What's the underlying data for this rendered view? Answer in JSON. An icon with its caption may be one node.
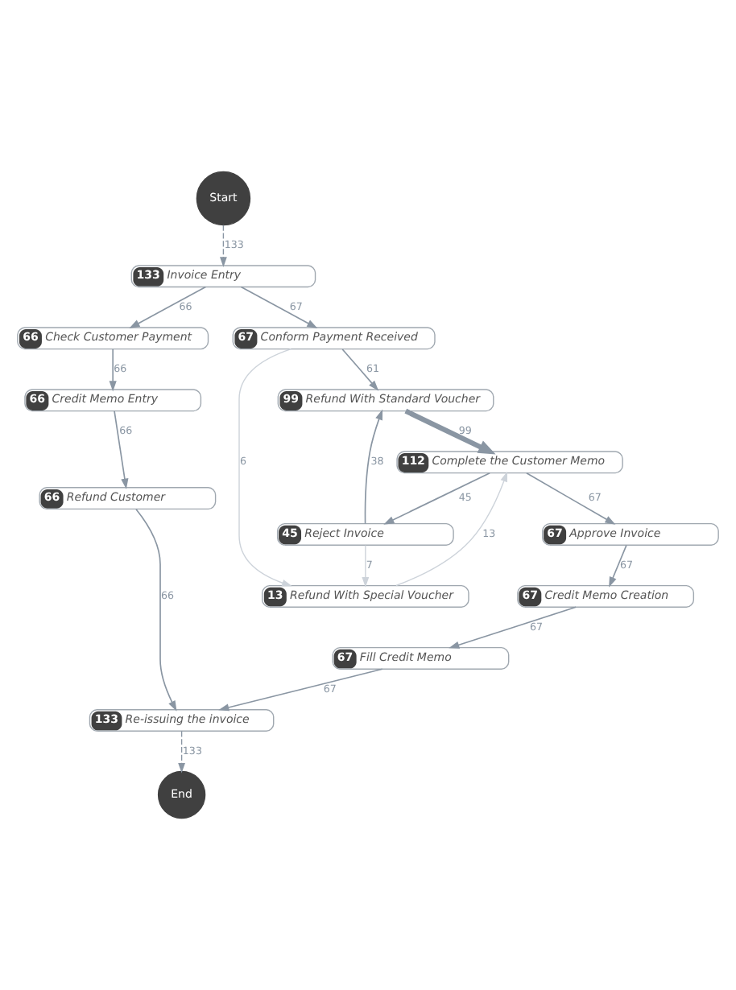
{
  "diagram": {
    "nodes": [
      {
        "text": [
          "Start"
        ]
      },
      {
        "text": [
          "133",
          "Invoice Entry"
        ]
      },
      {
        "text": [
          "67",
          "Conform Payment Received"
        ]
      },
      {
        "text": [
          "66",
          "Check Customer Payment"
        ]
      },
      {
        "text": [
          "99",
          "Refund With Standard Voucher"
        ]
      },
      {
        "text": [
          "66",
          "Credit Memo Entry"
        ]
      },
      {
        "text": [
          "112",
          "Complete the Customer Memo"
        ]
      },
      {
        "text": [
          "66",
          "Refund Customer"
        ]
      },
      {
        "text": [
          "67",
          "Approve Invoice"
        ]
      },
      {
        "text": [
          "45",
          "Reject Invoice"
        ]
      },
      {
        "text": [
          "67",
          "Credit Memo Creation"
        ]
      },
      {
        "text": [
          "13",
          "Refund With Special Voucher"
        ]
      },
      {
        "text": [
          "67",
          "Fill Credit Memo"
        ]
      },
      {
        "text": [
          "133",
          "Re-issuing the invoice"
        ]
      },
      {
        "text": [
          "End"
        ]
      }
    ],
    "edges": [
      {
        "from": 0,
        "to": 1,
        "arrow": "to",
        "label": "133",
        "style": "dashed"
      },
      {
        "from": 1,
        "to": 2,
        "arrow": "to",
        "label": "67"
      },
      {
        "from": 1,
        "to": 3,
        "arrow": "to",
        "label": "66"
      },
      {
        "from": 2,
        "to": 4,
        "arrow": "to",
        "label": "61"
      },
      {
        "from": 2,
        "to": 11,
        "arrow": "to",
        "label": "6",
        "color": "#cdd3da"
      },
      {
        "from": 3,
        "to": 5,
        "arrow": "to",
        "label": "66"
      },
      {
        "from": 4,
        "to": 6,
        "arrow": "to",
        "label": "99",
        "style": "thick"
      },
      {
        "from": 5,
        "to": 7,
        "arrow": "to",
        "label": "66"
      },
      {
        "from": 6,
        "to": 8,
        "arrow": "to",
        "label": "67"
      },
      {
        "from": 6,
        "to": 9,
        "arrow": "to",
        "label": "45"
      },
      {
        "from": 9,
        "to": 4,
        "arrow": "to",
        "label": "38"
      },
      {
        "from": 9,
        "to": 11,
        "arrow": "to",
        "label": "7",
        "color": "#cdd3da"
      },
      {
        "from": 11,
        "to": 6,
        "arrow": "to",
        "label": "13",
        "color": "#cdd3da"
      },
      {
        "from": 7,
        "to": 13,
        "arrow": "to",
        "label": "66"
      },
      {
        "from": 8,
        "to": 10,
        "arrow": "to",
        "label": "67"
      },
      {
        "from": 10,
        "to": 12,
        "arrow": "to",
        "label": "67"
      },
      {
        "from": 12,
        "to": 13,
        "arrow": "to",
        "label": "67"
      },
      {
        "from": 13,
        "to": 14,
        "arrow": "to",
        "label": "133",
        "style": "dashed"
      }
    ]
  }
}
